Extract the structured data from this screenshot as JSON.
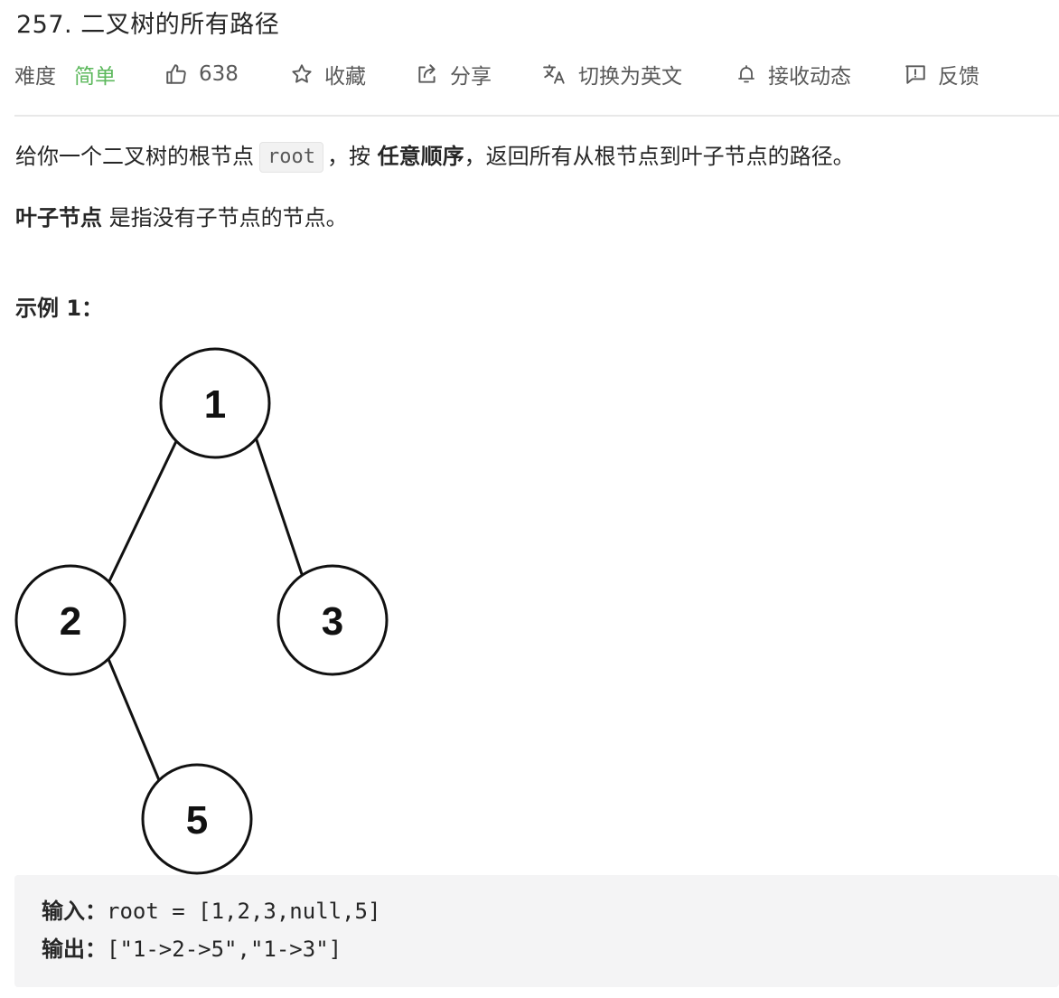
{
  "problem": {
    "title": "257. 二叉树的所有路径"
  },
  "toolbar": {
    "difficulty_label": "难度",
    "difficulty_value": "简单",
    "like_count": "638",
    "favorite_label": "收藏",
    "share_label": "分享",
    "translate_label": "切换为英文",
    "subscribe_label": "接收动态",
    "feedback_label": "反馈"
  },
  "description": {
    "p1_a": "给你一个二叉树的根节点",
    "p1_code": "root",
    "p1_b": "，按",
    "p1_bold": "任意顺序",
    "p1_c": "，返回所有从根节点到叶子节点的路径。",
    "p2_bold": "叶子节点",
    "p2_rest": "是指没有子节点的节点。"
  },
  "example": {
    "title": "示例 1：",
    "input_label": "输入：",
    "input_value": "root = [1,2,3,null,5]",
    "output_label": "输出：",
    "output_value": "[\"1->2->5\",\"1->3\"]"
  },
  "tree": {
    "nodes": [
      "1",
      "2",
      "3",
      "5"
    ]
  },
  "icons": {
    "like": "thumbs-up-icon",
    "favorite": "star-icon",
    "share": "share-icon",
    "translate": "translate-icon",
    "subscribe": "bell-icon",
    "feedback": "feedback-icon"
  },
  "colors": {
    "difficulty_easy": "#5cb85c",
    "text": "#262626",
    "muted": "#595959",
    "example_bg": "#f4f4f5"
  }
}
